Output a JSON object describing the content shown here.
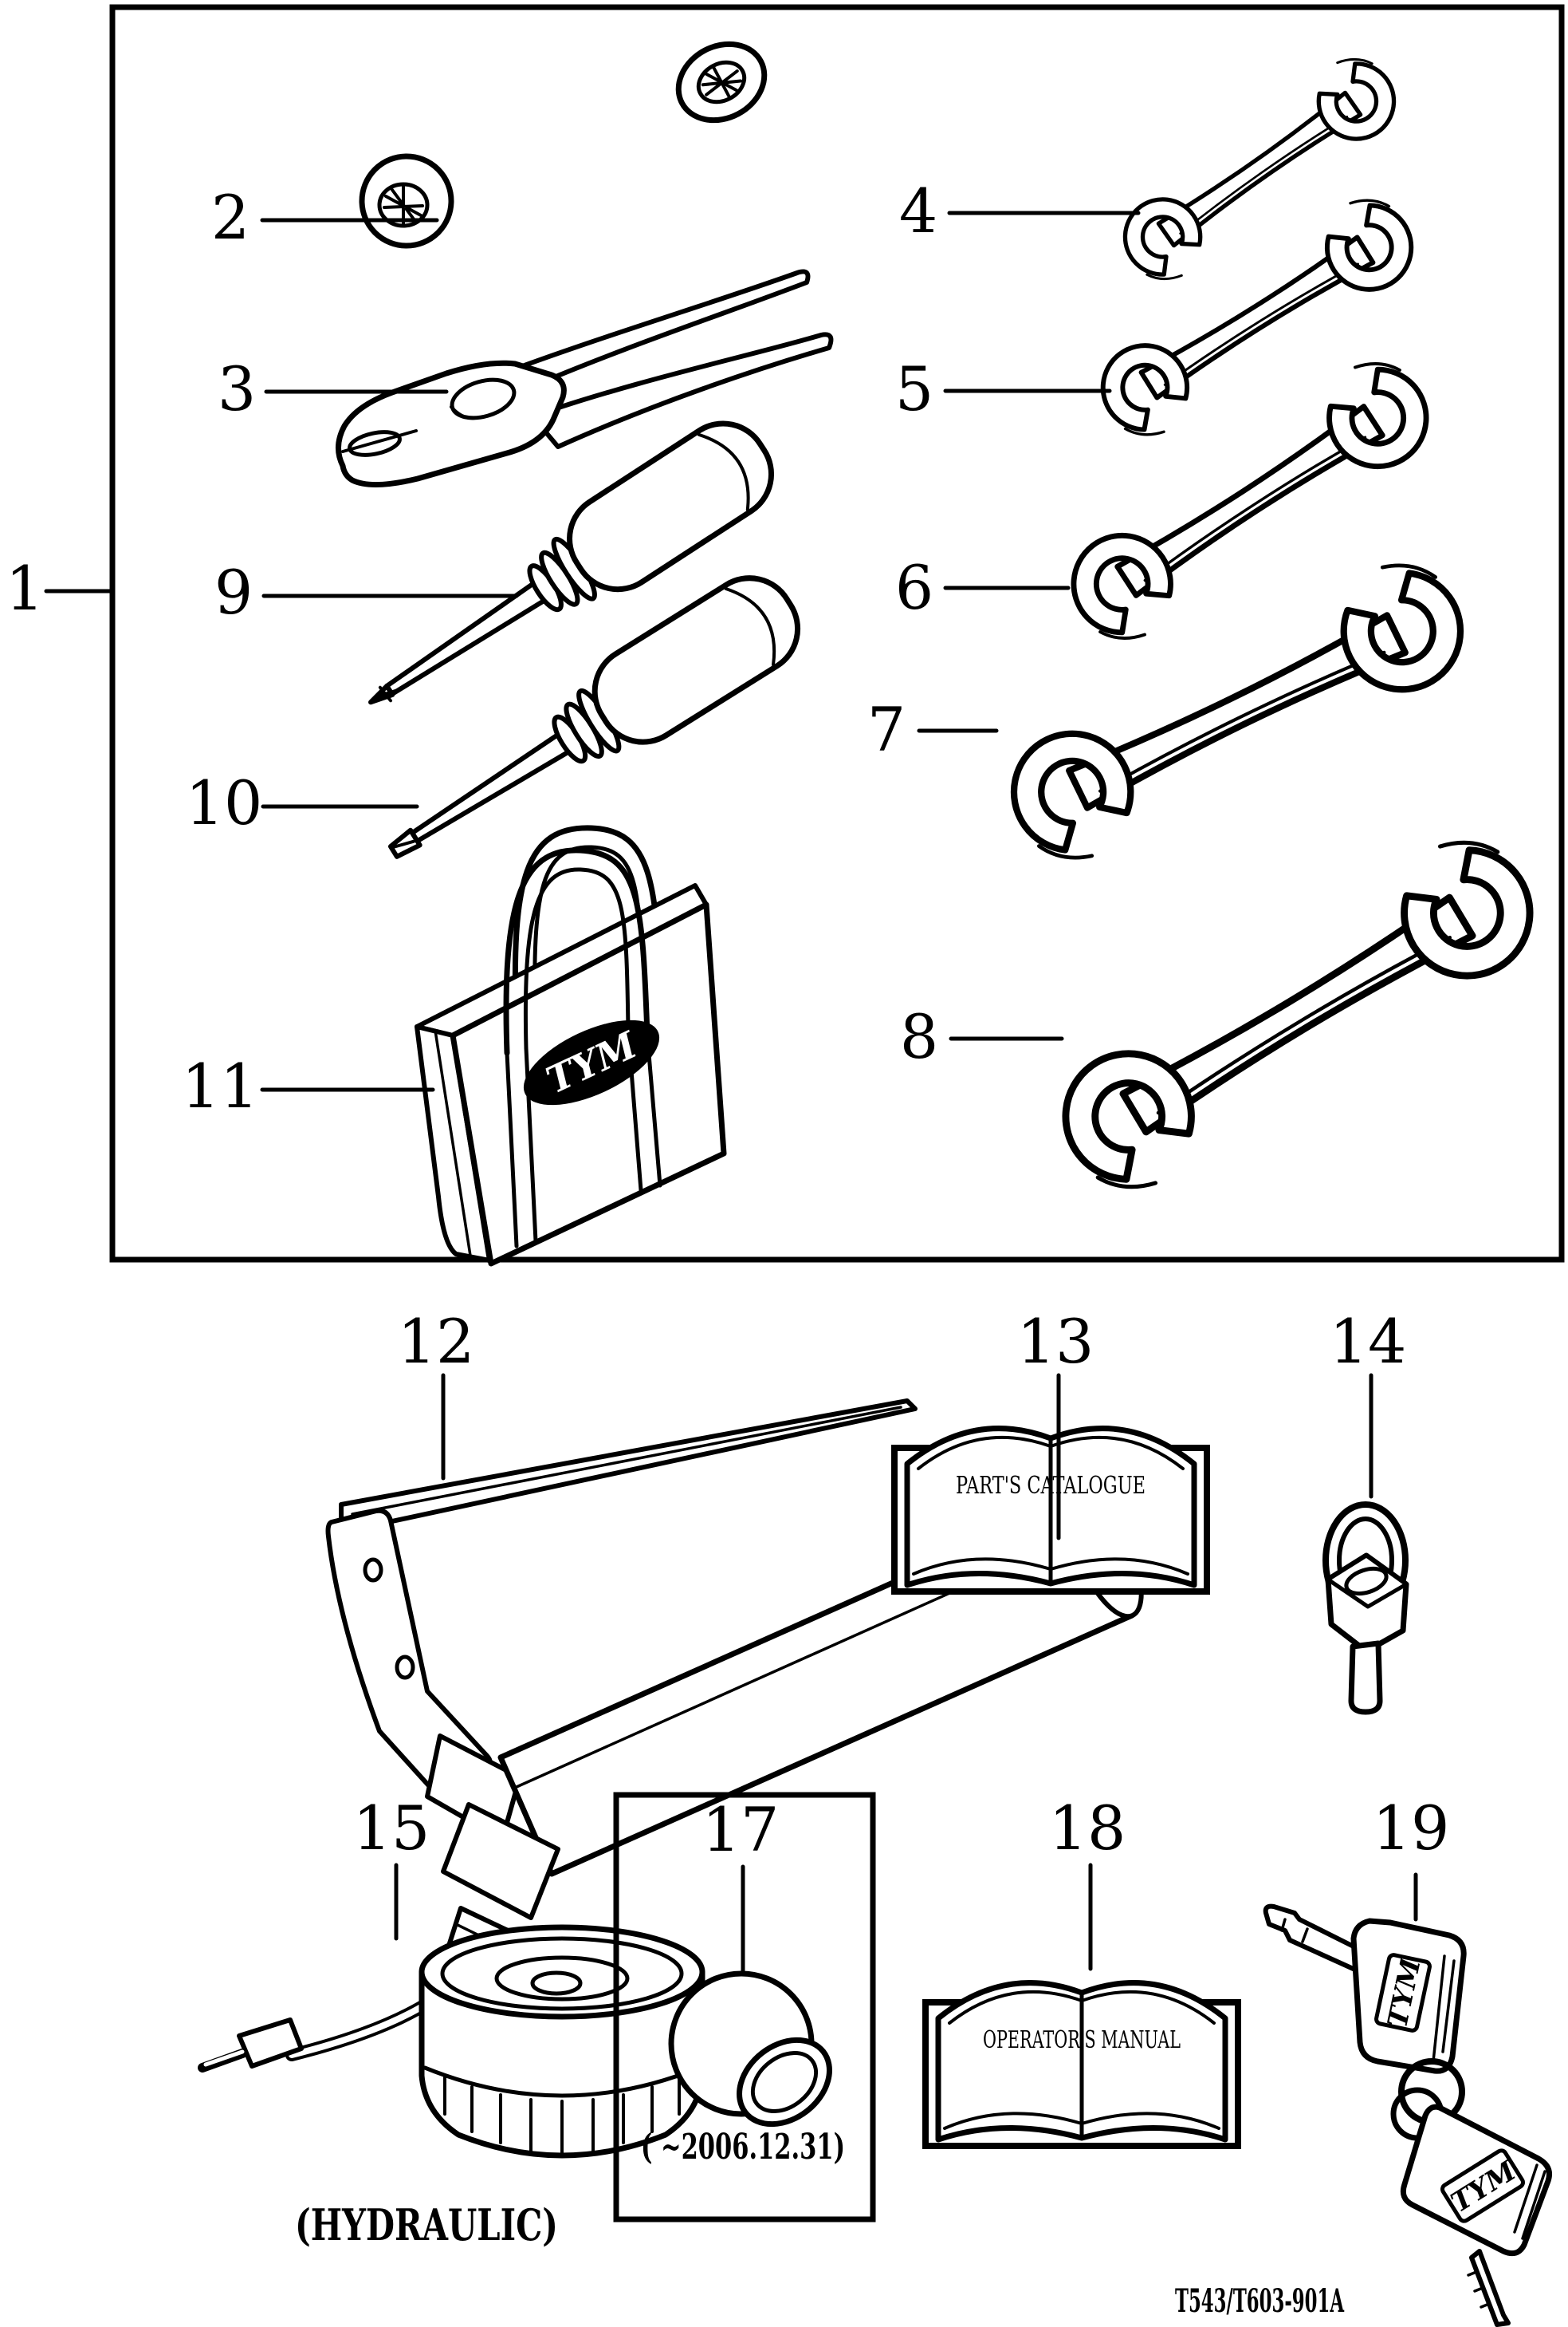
{
  "diagram": {
    "labels": {
      "l1": "1",
      "l2": "2",
      "l3": "3",
      "l4": "4",
      "l5": "5",
      "l6": "6",
      "l7": "7",
      "l8": "8",
      "l9": "9",
      "l10": "10",
      "l11": "11",
      "l12": "12",
      "l13": "13",
      "l14": "14",
      "l15": "15",
      "l17": "17",
      "l18": "18",
      "l19": "19"
    },
    "captions": {
      "parts_catalogue": "PART'S CATALOGUE",
      "operators_manual": "OPERATOR'S MANUAL",
      "hydraulic": "(HYDRAULIC)",
      "valid_until": "( ~2006.12.31)",
      "doc_code": "T543/T603-901A"
    },
    "logos": {
      "bag": "TYM",
      "key_upper": "TYM",
      "key_lower": "TYM"
    }
  }
}
